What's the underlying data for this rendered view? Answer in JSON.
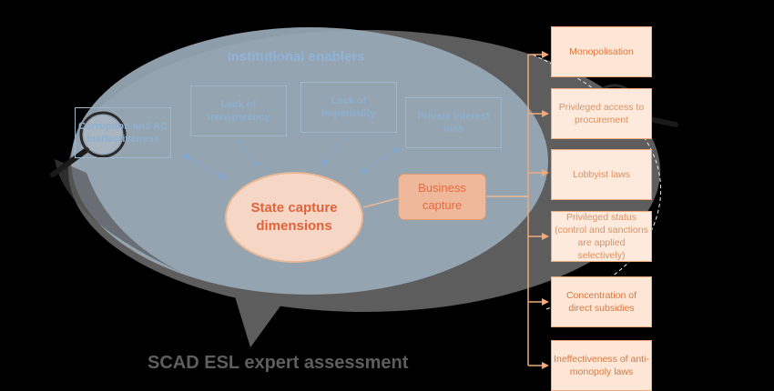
{
  "enablers": {
    "title": "Institutional enablers",
    "items": [
      {
        "label": "Corruption and AC ineffectiveness"
      },
      {
        "label": "Lack of transparency"
      },
      {
        "label": "Lack of impartiality"
      },
      {
        "label": "Private interest bias"
      }
    ]
  },
  "core": {
    "state_capture": "State capture dimensions",
    "business_capture": "Business capture"
  },
  "outcomes": [
    "Monopolisation",
    "Privileged access to procurement",
    "Lobbyist laws",
    "Privileged status (control and sanctions are applied selectively)",
    "Concentration of direct subsidies",
    "Ineffectiveness of anti-monopoly laws"
  ],
  "footer": "SCAD ESL expert assessment",
  "colors": {
    "background": "#000000",
    "bubble": "#5d5d5d",
    "inner_ellipse": "#9aaab9",
    "accent_orange": "#e7733f",
    "enabler_blue": "#8fb3d9"
  }
}
